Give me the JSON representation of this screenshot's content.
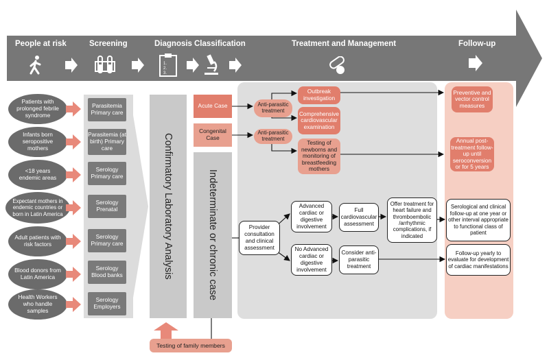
{
  "header": {
    "stages": [
      "People at risk",
      "Screening",
      "Diagnosis",
      "Classification",
      "Treatment and Management",
      "Follow-up"
    ],
    "icons": [
      "walking-person-icon",
      "test-tubes-icon",
      "clipboard-checklist-icon",
      "microscope-icon",
      "pills-icon"
    ]
  },
  "people_at_risk": [
    "Patients with prolonged febrile syndrome",
    "Infants born seropositive mothers",
    "<18 years endemic areas",
    "Expectant mothers in endemic countries or born in Latin America",
    "Adult patients with risk factors",
    "Blood donors from Latin America",
    "Health Workers who handle samples"
  ],
  "screening": [
    "Parasitemia Primary care",
    "Parasitemia (at birth) Primary care",
    "Serology Primary care",
    "Serology Prenatal",
    "Serology Primary care",
    "Serology Blood banks",
    "Serology Employers"
  ],
  "diagnosis": {
    "label": "Confirmatory Laboratory Analysis"
  },
  "classification": {
    "acute": "Acute Case",
    "congenital": "Congenital Case",
    "chronic": "Indeterminate or chronic case"
  },
  "treatment": {
    "antiparasitic_1": "Anti-parasitic treatment",
    "antiparasitic_2": "Anti-parasitic treatment",
    "outbreak": "Outbreak investigation",
    "cardio_exam": "Comprehensive cardiovascular examination",
    "newborn_testing": "Testing of newborns and monitoring of breastfeeding mothers",
    "provider": "Provider consultation and clinical assessment",
    "advanced": "Advanced cardiac or digestive involvement",
    "no_advanced": "No Advanced cardiac or digestive involvement",
    "full_cardio": "Full cardiovascular assessment",
    "offer_treatment": "Offer treatment for heart failure and thromboembolic /arrhythmic complications, if indicated",
    "consider": "Consider anti-parasitic treatment"
  },
  "followup": {
    "preventive": "Preventive and vector control measures",
    "annual": "Annual post-treatment follow-up until seroconversion or for 5 years",
    "serological": "Serological and clinical follow-up at one year or other interval appropriate to functional class of patient",
    "yearly": "Follow-up yearly to evaluate for development of cardiac manifestations"
  },
  "family": "Testing of family members",
  "colors": {
    "header": "#777777",
    "oval": "#6b6b6b",
    "salmon": "#e8897a",
    "accent": "#e17e6c",
    "followup_bg": "#f6cfc3",
    "treatment_bg": "#dedede"
  }
}
